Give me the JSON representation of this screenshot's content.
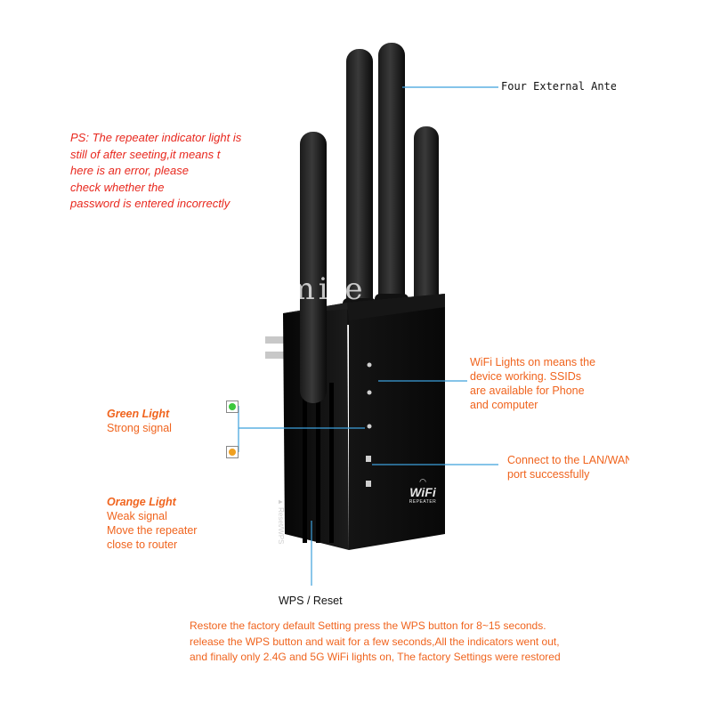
{
  "top_right_label": "Four External Antenna",
  "ps_note": {
    "line1": "PS: The repeater indicator light is",
    "line2": "still of after seeting,it means t",
    "line3": "here is an error, please",
    "line4": "check whether the",
    "line5": "password is entered incorrectly"
  },
  "wifi_lights": {
    "line1": "WiFi Lights on means the",
    "line2": "device working. SSIDs",
    "line3": "are available for Phone",
    "line4": "and computer"
  },
  "green_light": {
    "title": "Green Light",
    "desc": "Strong signal",
    "color": "#3cc83c"
  },
  "orange_light": {
    "title": "Orange Light",
    "line1": "Weak signal",
    "line2": "Move the repeater",
    "line3": "close to router",
    "color": "#f0a020"
  },
  "lan_wan": {
    "line1": "Connect to the LAN/WAN",
    "line2": "port successfully"
  },
  "wps_reset": "WPS / Reset",
  "side_label": "Reset/WPS",
  "device_badge": {
    "brand": "WiFi",
    "sub": "REPEATER"
  },
  "watermark": "smile",
  "bottom_note": {
    "line1": "Restore the factory default Setting  press the WPS button for 8~15 seconds.",
    "line2": "release the WPS button and wait for a few seconds,All the indicators went out,",
    "line3": "and finally only 2.4G and 5G WiFi lights on, The factory Settings were restored"
  },
  "colors": {
    "accent_line": "#3ca0dc",
    "red_text": "#e8281e",
    "orange_text": "#f0641e",
    "device": "#0d0d0d"
  }
}
